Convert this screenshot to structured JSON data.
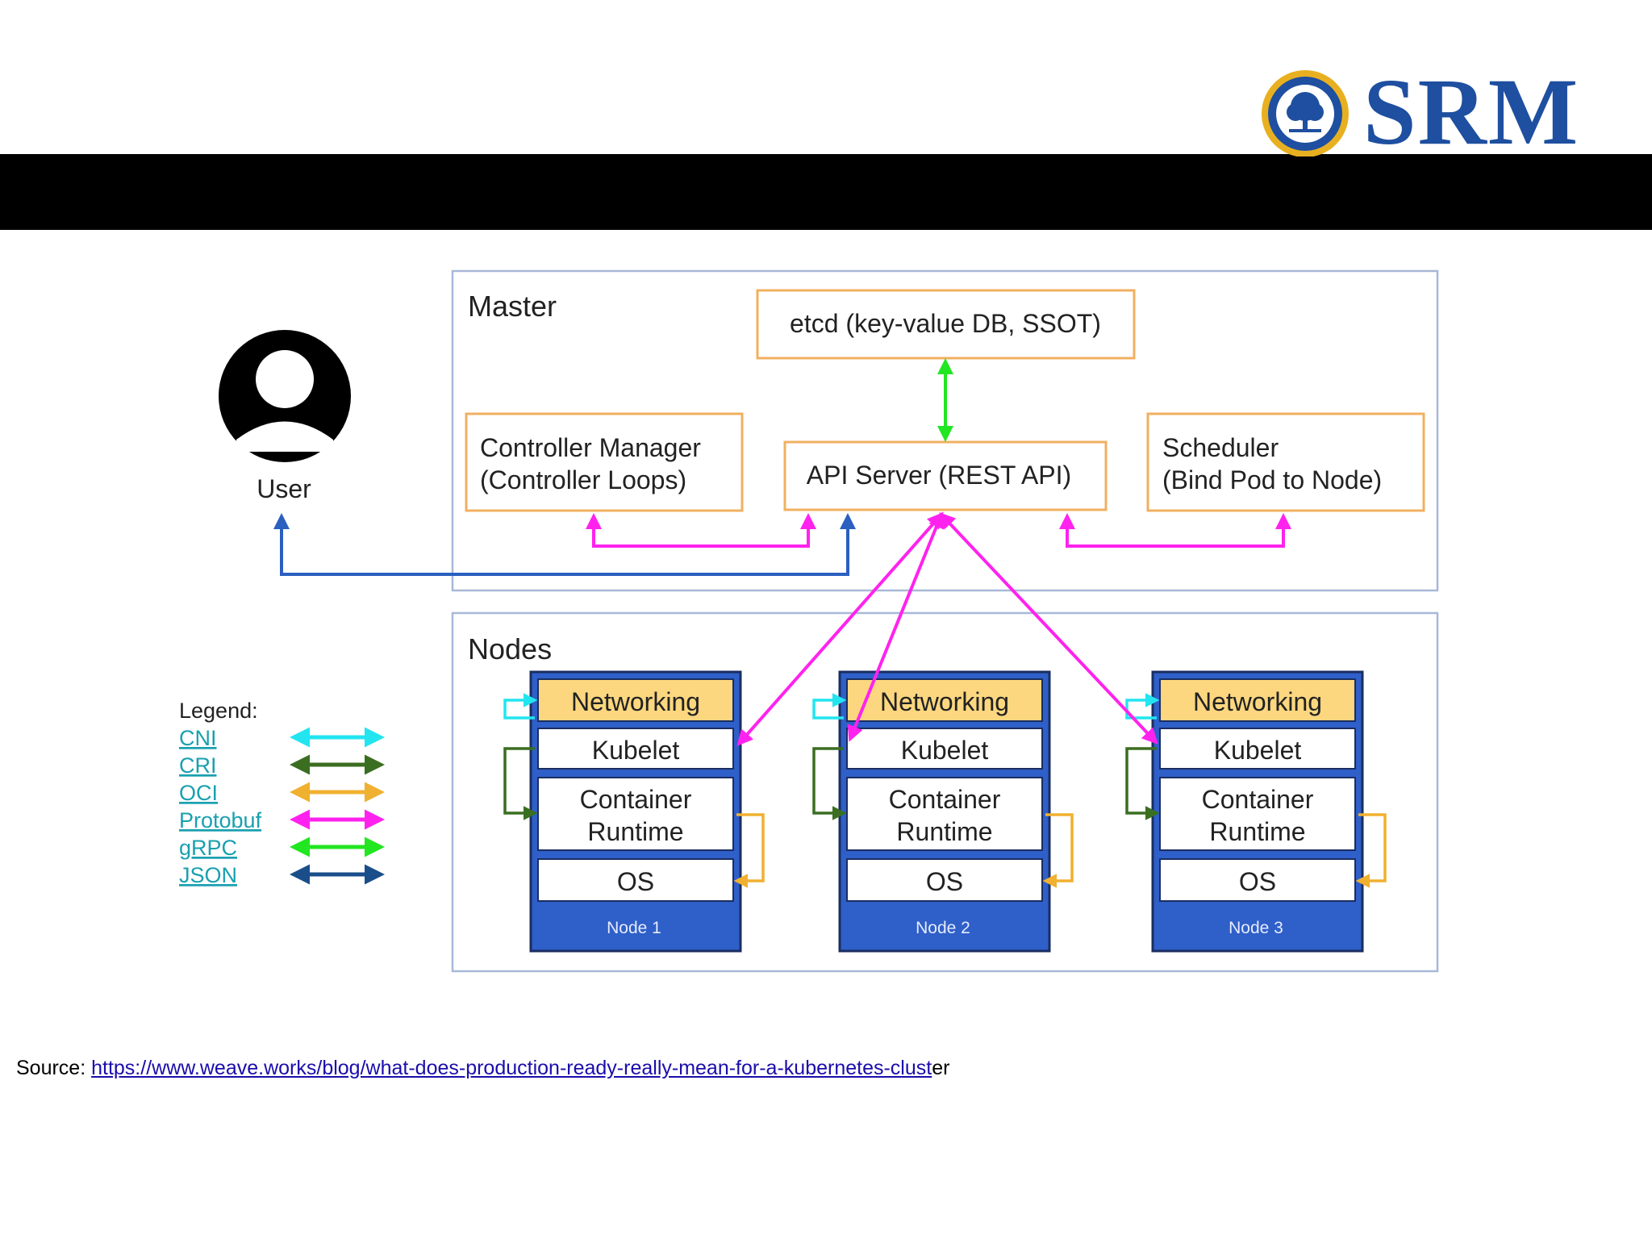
{
  "logo": {
    "text": "SRM"
  },
  "master": {
    "title": "Master",
    "etcd": "etcd (key-value DB, SSOT)",
    "controller_line1": "Controller Manager",
    "controller_line2": "(Controller Loops)",
    "api_server": "API Server (REST API)",
    "scheduler_line1": "Scheduler",
    "scheduler_line2": "(Bind Pod to Node)"
  },
  "user": {
    "label": "User"
  },
  "nodes": {
    "title": "Nodes",
    "items": [
      {
        "networking": "Networking",
        "kubelet": "Kubelet",
        "runtime_line1": "Container",
        "runtime_line2": "Runtime",
        "os": "OS",
        "name": "Node 1"
      },
      {
        "networking": "Networking",
        "kubelet": "Kubelet",
        "runtime_line1": "Container",
        "runtime_line2": "Runtime",
        "os": "OS",
        "name": "Node 2"
      },
      {
        "networking": "Networking",
        "kubelet": "Kubelet",
        "runtime_line1": "Container",
        "runtime_line2": "Runtime",
        "os": "OS",
        "name": "Node 3"
      }
    ]
  },
  "legend": {
    "title": "Legend:",
    "items": [
      {
        "label": "CNI",
        "color": "#22e5f0"
      },
      {
        "label": "CRI",
        "color": "#3a6e20"
      },
      {
        "label": "OCI",
        "color": "#f0b030"
      },
      {
        "label": "Protobuf",
        "color": "#ff22ee"
      },
      {
        "label": "gRPC",
        "color": "#22e622"
      },
      {
        "label": "JSON",
        "color": "#1a4e8a"
      }
    ]
  },
  "colors": {
    "box_border": "#f0b060",
    "frame_border": "#a8b8d8",
    "node_blue": "#2f5fc8",
    "networking_fill": "#fcd77f",
    "user_arrow": "#2b5fc0",
    "legend_text": "#1aa0b0"
  },
  "source": {
    "prefix": "Source: ",
    "link_part": "https://www.weave.works/blog/what-does-production-ready-really-mean-for-a-kubernetes-clust",
    "tail": "er"
  }
}
